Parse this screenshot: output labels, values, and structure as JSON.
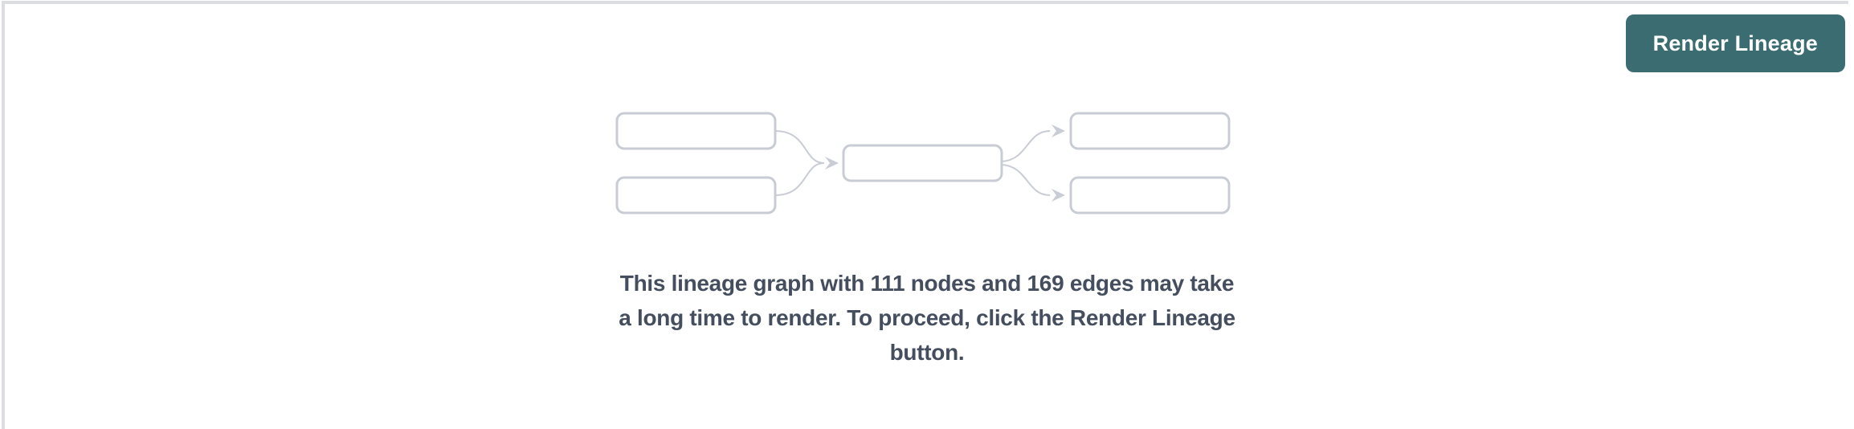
{
  "toolbar": {
    "render_lineage_label": "Render Lineage"
  },
  "message": {
    "full_text": "This lineage graph with 111 nodes and 169 edges may take a long time to render. To proceed, click the Render Lineage button.",
    "lines": [
      "This lineage graph with 111 nodes and 169 edges may take",
      "a long time to render. To proceed, click the Render Lineage",
      "button."
    ],
    "node_count": "111",
    "edge_count": "169"
  },
  "diagram": {
    "type": "placeholder-lineage-graph",
    "left_nodes": 2,
    "center_nodes": 1,
    "right_nodes": 2,
    "edges": 4
  },
  "colors": {
    "button_bg": "#3A6C72",
    "button_text": "#FFFFFF",
    "message_text": "#444E5E",
    "node_border": "#C8CCD4",
    "edge_stroke": "#C8CCD4",
    "panel_border": "#DCDDE1",
    "background": "#FFFFFF"
  }
}
